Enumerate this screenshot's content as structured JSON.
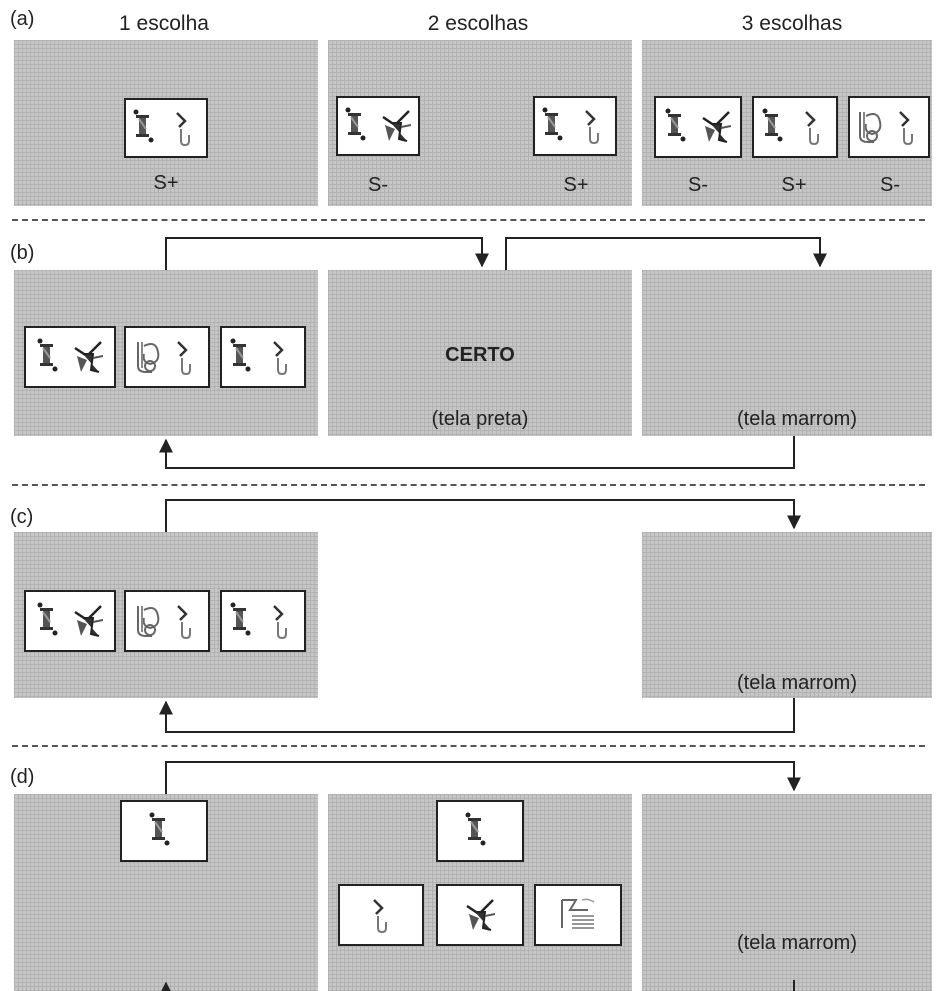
{
  "labels": {
    "a": "(a)",
    "b": "(b)",
    "c": "(c)",
    "d": "(d)",
    "col1": "1 escolha",
    "col2": "2 escolhas",
    "col3": "3 escolhas",
    "s_plus": "S+",
    "s_minus": "S-",
    "certo": "CERTO",
    "tela_preta": "(tela preta)",
    "tela_marrom": "(tela marrom)"
  },
  "symbols": [
    "stick-figure-symbol",
    "hook-symbol",
    "bird-symbol",
    "cup-symbol",
    "grid-symbol"
  ]
}
